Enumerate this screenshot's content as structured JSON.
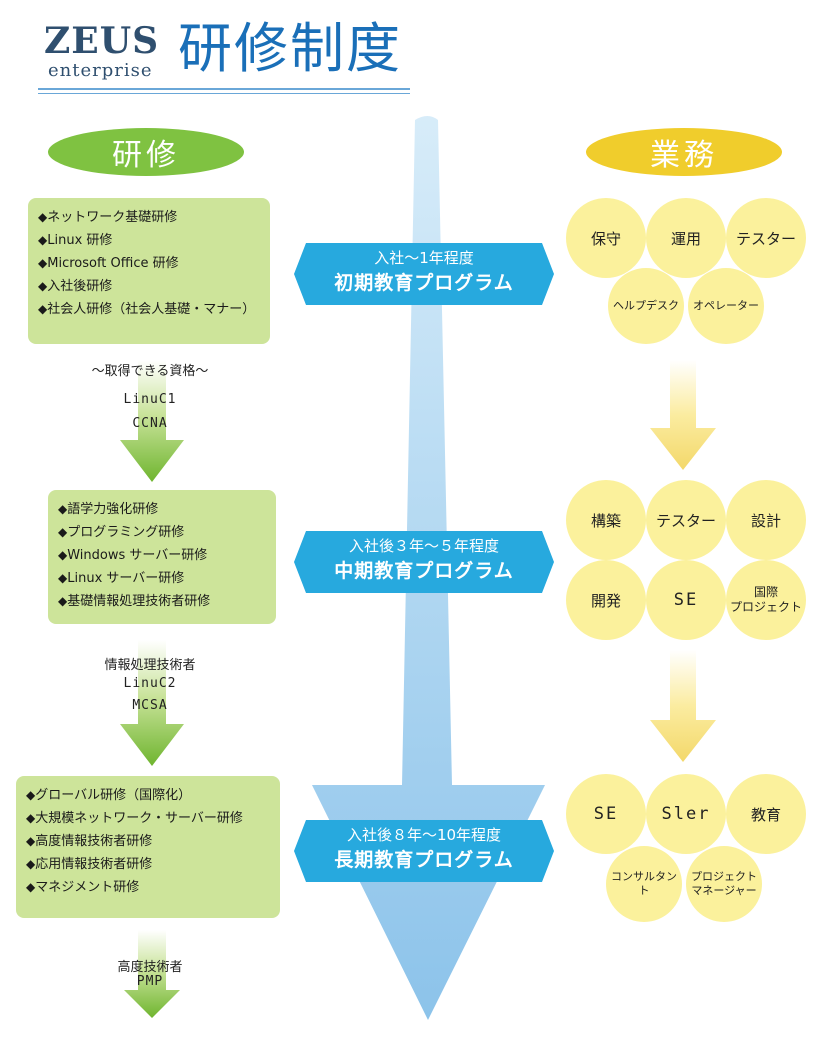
{
  "header": {
    "logo_main": "ZEUS",
    "logo_sub": "enterprise",
    "title": "研修制度"
  },
  "sections": {
    "training_label": "研修",
    "work_label": "業務"
  },
  "stages": [
    {
      "banner_sub": "入社〜1年程度",
      "banner_main": "初期教育プログラム",
      "training_items": [
        "ネットワーク基礎研修",
        "Linux 研修",
        "Microsoft Office 研修",
        "入社後研修",
        "社会人研修（社会人基礎・マナー）"
      ],
      "qualification_heading": "〜取得できる資格〜",
      "qualifications": [
        "LinuC1",
        "CCNA"
      ],
      "work_top": [
        "保守",
        "運用",
        "テスター"
      ],
      "work_bottom": [
        "ヘルプデスク",
        "オペレーター"
      ]
    },
    {
      "banner_sub": "入社後３年〜５年程度",
      "banner_main": "中期教育プログラム",
      "training_items": [
        "語学力強化研修",
        "プログラミング研修",
        "Windows サーバー研修",
        "Linux サーバー研修",
        "基礎情報処理技術者研修"
      ],
      "qualifications": [
        "情報処理技術者",
        "LinuC2",
        "MCSA"
      ],
      "work_top": [
        "構築",
        "テスター",
        "設計"
      ],
      "work_bottom": [
        "開発",
        "SE",
        "国際\nプロジェクト"
      ]
    },
    {
      "banner_sub": "入社後８年〜10年程度",
      "banner_main": "長期教育プログラム",
      "training_items": [
        "グローバル研修（国際化）",
        "大規模ネットワーク・サーバー研修",
        "高度情報技術者研修",
        "応用情報技術者研修",
        "マネジメント研修"
      ],
      "qualifications": [
        "高度技術者",
        "PMP"
      ],
      "work_top": [
        "SE",
        "Sler",
        "教育"
      ],
      "work_bottom": [
        "コンサルタント",
        "プロジェクト\nマネージャー"
      ]
    }
  ],
  "colors": {
    "green_pill": "#7fc241",
    "yellow_pill": "#f0cd2c",
    "train_box": "#cde49a",
    "work_circle": "#fbf19c",
    "banner": "#27a9de",
    "center_arrow": "#a9d4ef"
  }
}
